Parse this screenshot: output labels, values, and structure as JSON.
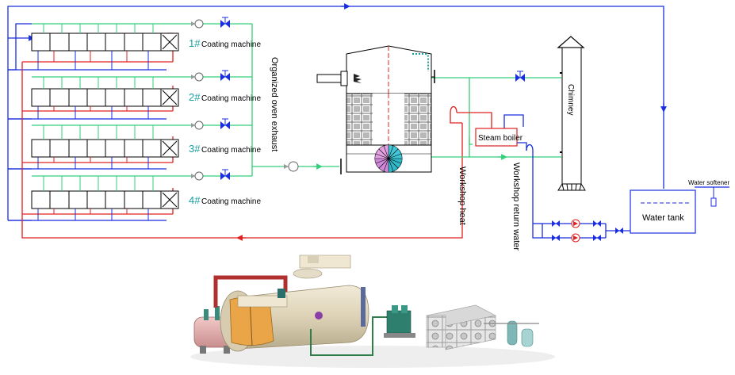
{
  "colors": {
    "hot_red": "#e02020",
    "return_blue": "#1a2ee0",
    "exhaust_green": "#33d07a",
    "label_teal": "#19a0a0",
    "frame": "#000000"
  },
  "machines": [
    {
      "num": "1#",
      "label": "Coating machine"
    },
    {
      "num": "2#",
      "label": "Coating machine"
    },
    {
      "num": "3#",
      "label": "Coating machine"
    },
    {
      "num": "4#",
      "label": "Coating machine"
    }
  ],
  "labels": {
    "organized_oven_exhaust": "Organized oven exhaust",
    "chimney": "Chimney",
    "steam_boiler": "Steam boiler",
    "workshop_heat": "Workshop heat",
    "workshop_return_water": "Workshop return water",
    "water_softener": "Water softener",
    "water_tank": "Water tank"
  },
  "icons": [
    "fan-icon",
    "valve-icon",
    "pump-icon",
    "burner-flame-icon",
    "spiral-heat-exchanger-icon"
  ]
}
